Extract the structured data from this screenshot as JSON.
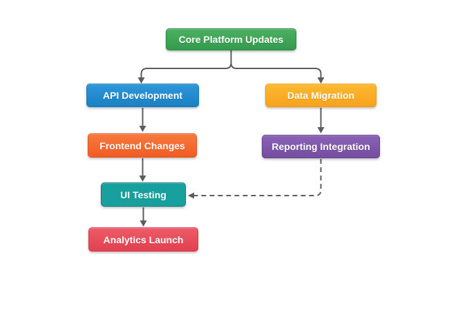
{
  "diagram": {
    "type": "flowchart",
    "line_color": "#5b5c5e",
    "background_color": "#ffffff",
    "nodes": [
      {
        "id": "core",
        "label": "Core Platform Updates",
        "fill_top": "#4cb061",
        "fill_bottom": "#349a4d",
        "border": "#2e8a45",
        "text_color": "#ffffff"
      },
      {
        "id": "api",
        "label": "API Development",
        "fill_top": "#2d97da",
        "fill_bottom": "#1b80c4",
        "border": "#1872b3",
        "text_color": "#ffffff"
      },
      {
        "id": "data",
        "label": "Data Migration",
        "fill_top": "#fcba30",
        "fill_bottom": "#f7a11d",
        "border": "#ec9c13",
        "text_color": "#ffffff"
      },
      {
        "id": "frontend",
        "label": "Frontend Changes",
        "fill_top": "#f87a3c",
        "fill_bottom": "#f15c24",
        "border": "#de5420",
        "text_color": "#ffffff"
      },
      {
        "id": "reporting",
        "label": "Reporting Integration",
        "fill_top": "#8a62b6",
        "fill_bottom": "#744da0",
        "border": "#67448f",
        "text_color": "#ffffff"
      },
      {
        "id": "ui",
        "label": "UI Testing",
        "fill_top": "#17a09d",
        "fill_bottom": "#0e8though583",
        "border": "#0c7a78",
        "text_color": "#ffffff"
      },
      {
        "id": "analytics",
        "label": "Analytics Launch",
        "fill_top": "#ee5b68",
        "fill_bottom": "#e2404f",
        "border": "#d53a49",
        "text_color": "#ffffff"
      }
    ],
    "edges": [
      {
        "from": "core",
        "to": "api",
        "style": "solid"
      },
      {
        "from": "core",
        "to": "data",
        "style": "solid"
      },
      {
        "from": "api",
        "to": "frontend",
        "style": "solid"
      },
      {
        "from": "data",
        "to": "reporting",
        "style": "solid"
      },
      {
        "from": "frontend",
        "to": "ui",
        "style": "solid"
      },
      {
        "from": "ui",
        "to": "analytics",
        "style": "solid"
      },
      {
        "from": "reporting",
        "to": "ui",
        "style": "dashed"
      }
    ]
  }
}
